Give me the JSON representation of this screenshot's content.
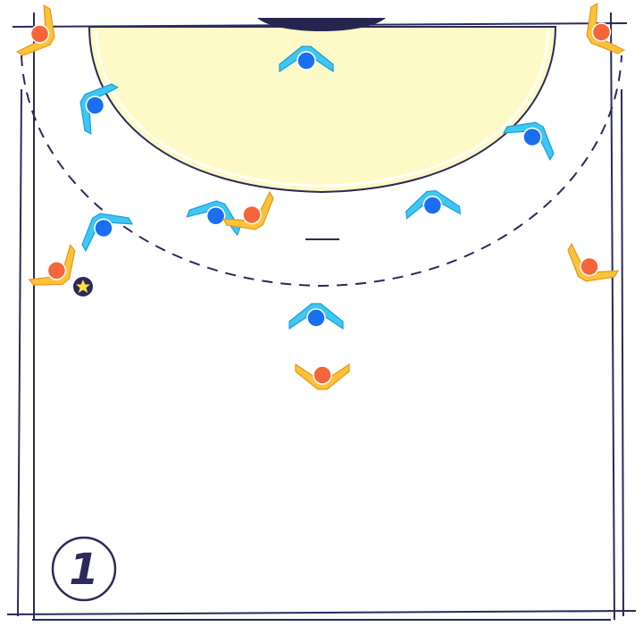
{
  "diagram": {
    "number_label": "1",
    "colors": {
      "court_lines": "#2b2a5a",
      "goal_area_fill": "#fdfac8",
      "goal_fill": "#26254f",
      "attacker_wing": "#fbc23a",
      "attacker_wing_edge": "#e8961a",
      "attacker_dot": "#f4663a",
      "defender_wing": "#3fc6f2",
      "defender_wing_edge": "#1a9fd8",
      "defender_dot": "#1a6ff0",
      "ball_star": "#fde23a",
      "ball_circle": "#2b2a5a"
    },
    "attackers": [
      {
        "name": "attacker-left-corner"
      },
      {
        "name": "attacker-right-corner"
      },
      {
        "name": "attacker-left-back"
      },
      {
        "name": "attacker-center-pivot"
      },
      {
        "name": "attacker-right-back"
      },
      {
        "name": "attacker-center-back"
      }
    ],
    "defenders": [
      {
        "name": "defender-goalkeeper"
      },
      {
        "name": "defender-left-wing"
      },
      {
        "name": "defender-right-wing"
      },
      {
        "name": "defender-left-back"
      },
      {
        "name": "defender-left-center"
      },
      {
        "name": "defender-right-center"
      },
      {
        "name": "defender-advanced"
      }
    ],
    "ball_icon": "star-icon"
  }
}
